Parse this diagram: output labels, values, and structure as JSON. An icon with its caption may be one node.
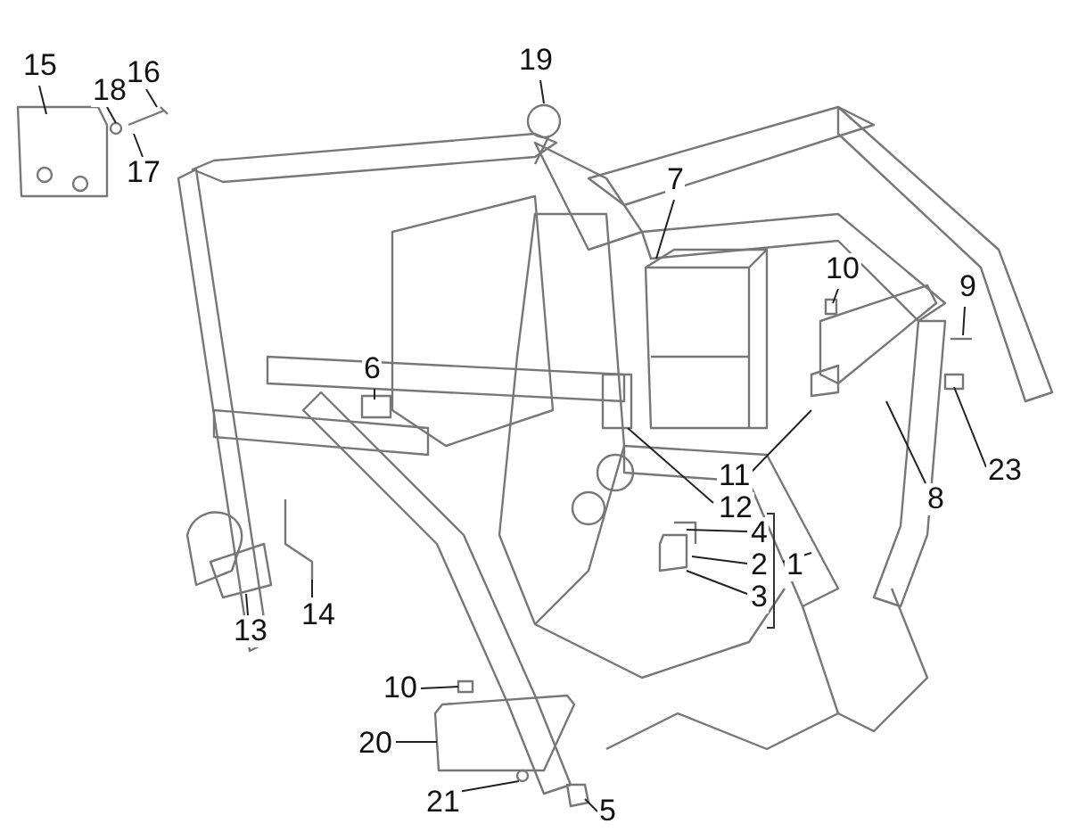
{
  "diagram": {
    "nodes": [
      {
        "text": [
          "15"
        ]
      },
      {
        "text": [
          "18"
        ]
      },
      {
        "text": [
          "16"
        ]
      },
      {
        "text": [
          "17"
        ]
      },
      {
        "text": [
          "19"
        ]
      },
      {
        "text": [
          "7"
        ]
      },
      {
        "text": [
          "10"
        ]
      },
      {
        "text": [
          "9"
        ]
      },
      {
        "text": [
          "6"
        ]
      },
      {
        "text": [
          "11"
        ]
      },
      {
        "text": [
          "23"
        ]
      },
      {
        "text": [
          "12"
        ]
      },
      {
        "text": [
          "8"
        ]
      },
      {
        "text": [
          "4"
        ]
      },
      {
        "text": [
          "2"
        ]
      },
      {
        "text": [
          "1"
        ]
      },
      {
        "text": [
          "3"
        ]
      },
      {
        "text": [
          "14"
        ]
      },
      {
        "text": [
          "13"
        ]
      },
      {
        "text": [
          "10"
        ]
      },
      {
        "text": [
          "20"
        ]
      },
      {
        "text": [
          "21"
        ]
      },
      {
        "text": [
          "5"
        ]
      }
    ],
    "edges": [
      {
        "from": 0,
        "to": null,
        "arrow": "none"
      },
      {
        "from": 1,
        "to": null,
        "arrow": "none"
      },
      {
        "from": 2,
        "to": null,
        "arrow": "none"
      },
      {
        "from": 3,
        "to": null,
        "arrow": "none"
      },
      {
        "from": 4,
        "to": null,
        "arrow": "none"
      },
      {
        "from": 5,
        "to": null,
        "arrow": "none"
      },
      {
        "from": 6,
        "to": null,
        "arrow": "none"
      },
      {
        "from": 7,
        "to": null,
        "arrow": "none"
      },
      {
        "from": 8,
        "to": null,
        "arrow": "none"
      },
      {
        "from": 9,
        "to": null,
        "arrow": "none"
      },
      {
        "from": 10,
        "to": null,
        "arrow": "none"
      },
      {
        "from": 11,
        "to": null,
        "arrow": "none"
      },
      {
        "from": 12,
        "to": null,
        "arrow": "none"
      },
      {
        "from": 13,
        "to": null,
        "arrow": "none"
      },
      {
        "from": 14,
        "to": null,
        "arrow": "none"
      },
      {
        "from": 15,
        "to": null,
        "arrow": "none"
      },
      {
        "from": 16,
        "to": null,
        "arrow": "none"
      },
      {
        "from": 17,
        "to": null,
        "arrow": "none"
      },
      {
        "from": 18,
        "to": null,
        "arrow": "none"
      },
      {
        "from": 19,
        "to": null,
        "arrow": "none"
      },
      {
        "from": 20,
        "to": null,
        "arrow": "none"
      },
      {
        "from": 21,
        "to": null,
        "arrow": "none"
      },
      {
        "from": 22,
        "to": null,
        "arrow": "none"
      }
    ]
  }
}
